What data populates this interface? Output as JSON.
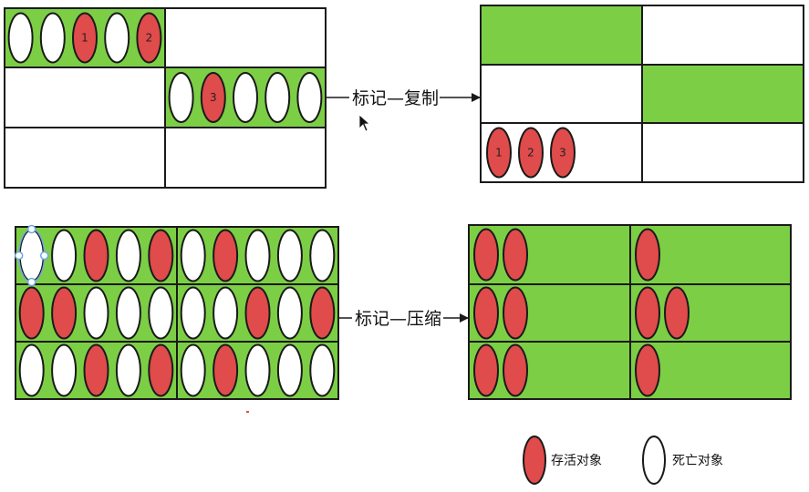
{
  "colors": {
    "green": "#7ccf45",
    "alive": "#e04b4b",
    "dead": "#ffffff",
    "stroke": "#1a1a1a",
    "selection": "#6fa8dc"
  },
  "copy": {
    "label": "标记—复制",
    "before": {
      "rows": [
        [
          [
            0,
            0,
            "1",
            0,
            "2"
          ],
          null
        ],
        [
          null,
          [
            0,
            "3",
            0,
            0,
            0
          ]
        ],
        [
          null,
          null
        ]
      ]
    },
    "after": {
      "green": [
        [
          true,
          false
        ],
        [
          false,
          true
        ],
        [
          false,
          false
        ]
      ],
      "survivors": [
        "1",
        "2",
        "3"
      ]
    }
  },
  "compact": {
    "label": "标记—压缩",
    "before": {
      "rows": [
        [
          [
            0,
            0,
            1,
            0,
            1
          ],
          [
            0,
            1,
            0,
            0,
            0
          ]
        ],
        [
          [
            1,
            1,
            0,
            0,
            0
          ],
          [
            0,
            0,
            1,
            0,
            1
          ]
        ],
        [
          [
            0,
            0,
            1,
            0,
            1
          ],
          [
            0,
            1,
            0,
            0,
            0
          ]
        ]
      ]
    },
    "after": {
      "counts": [
        [
          2,
          1
        ],
        [
          2,
          2
        ],
        [
          2,
          1
        ]
      ]
    }
  },
  "legend": {
    "alive": "存活对象",
    "dead": "死亡对象"
  }
}
